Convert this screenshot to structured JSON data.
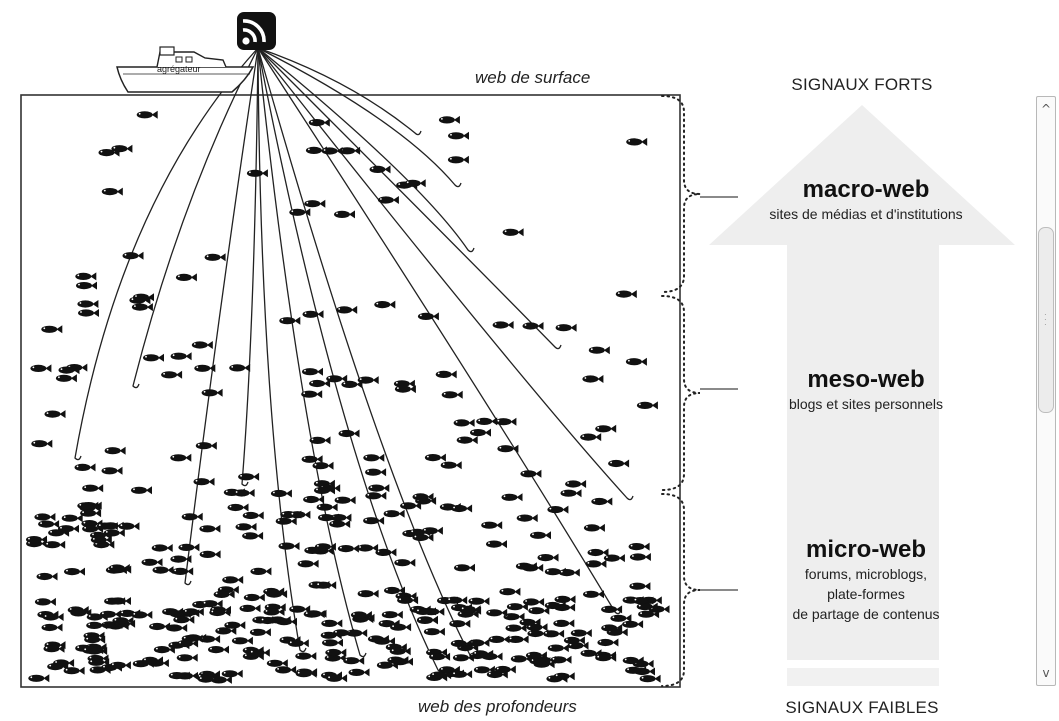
{
  "surface_label": "web de surface",
  "depth_label": "web des profondeurs",
  "top_signal": "SIGNAUX FORTS",
  "bottom_signal": "SIGNAUX FAIBLES",
  "boat_name": "agrégateur",
  "rss_icon": "rss-feed-icon",
  "layers": [
    {
      "title": "macro-web",
      "lines": [
        "sites de médias et d'institutions"
      ]
    },
    {
      "title": "meso-web",
      "lines": [
        "blogs et sites personnels"
      ]
    },
    {
      "title": "micro-web",
      "lines": [
        "forums, microblogs,",
        "plate-formes",
        "de partage de contenus"
      ]
    }
  ],
  "colors": {
    "arrow": "#eeeeee",
    "ink": "#111111",
    "frame": "#333333"
  },
  "scrollbar": {
    "up": "^",
    "down": "v"
  }
}
